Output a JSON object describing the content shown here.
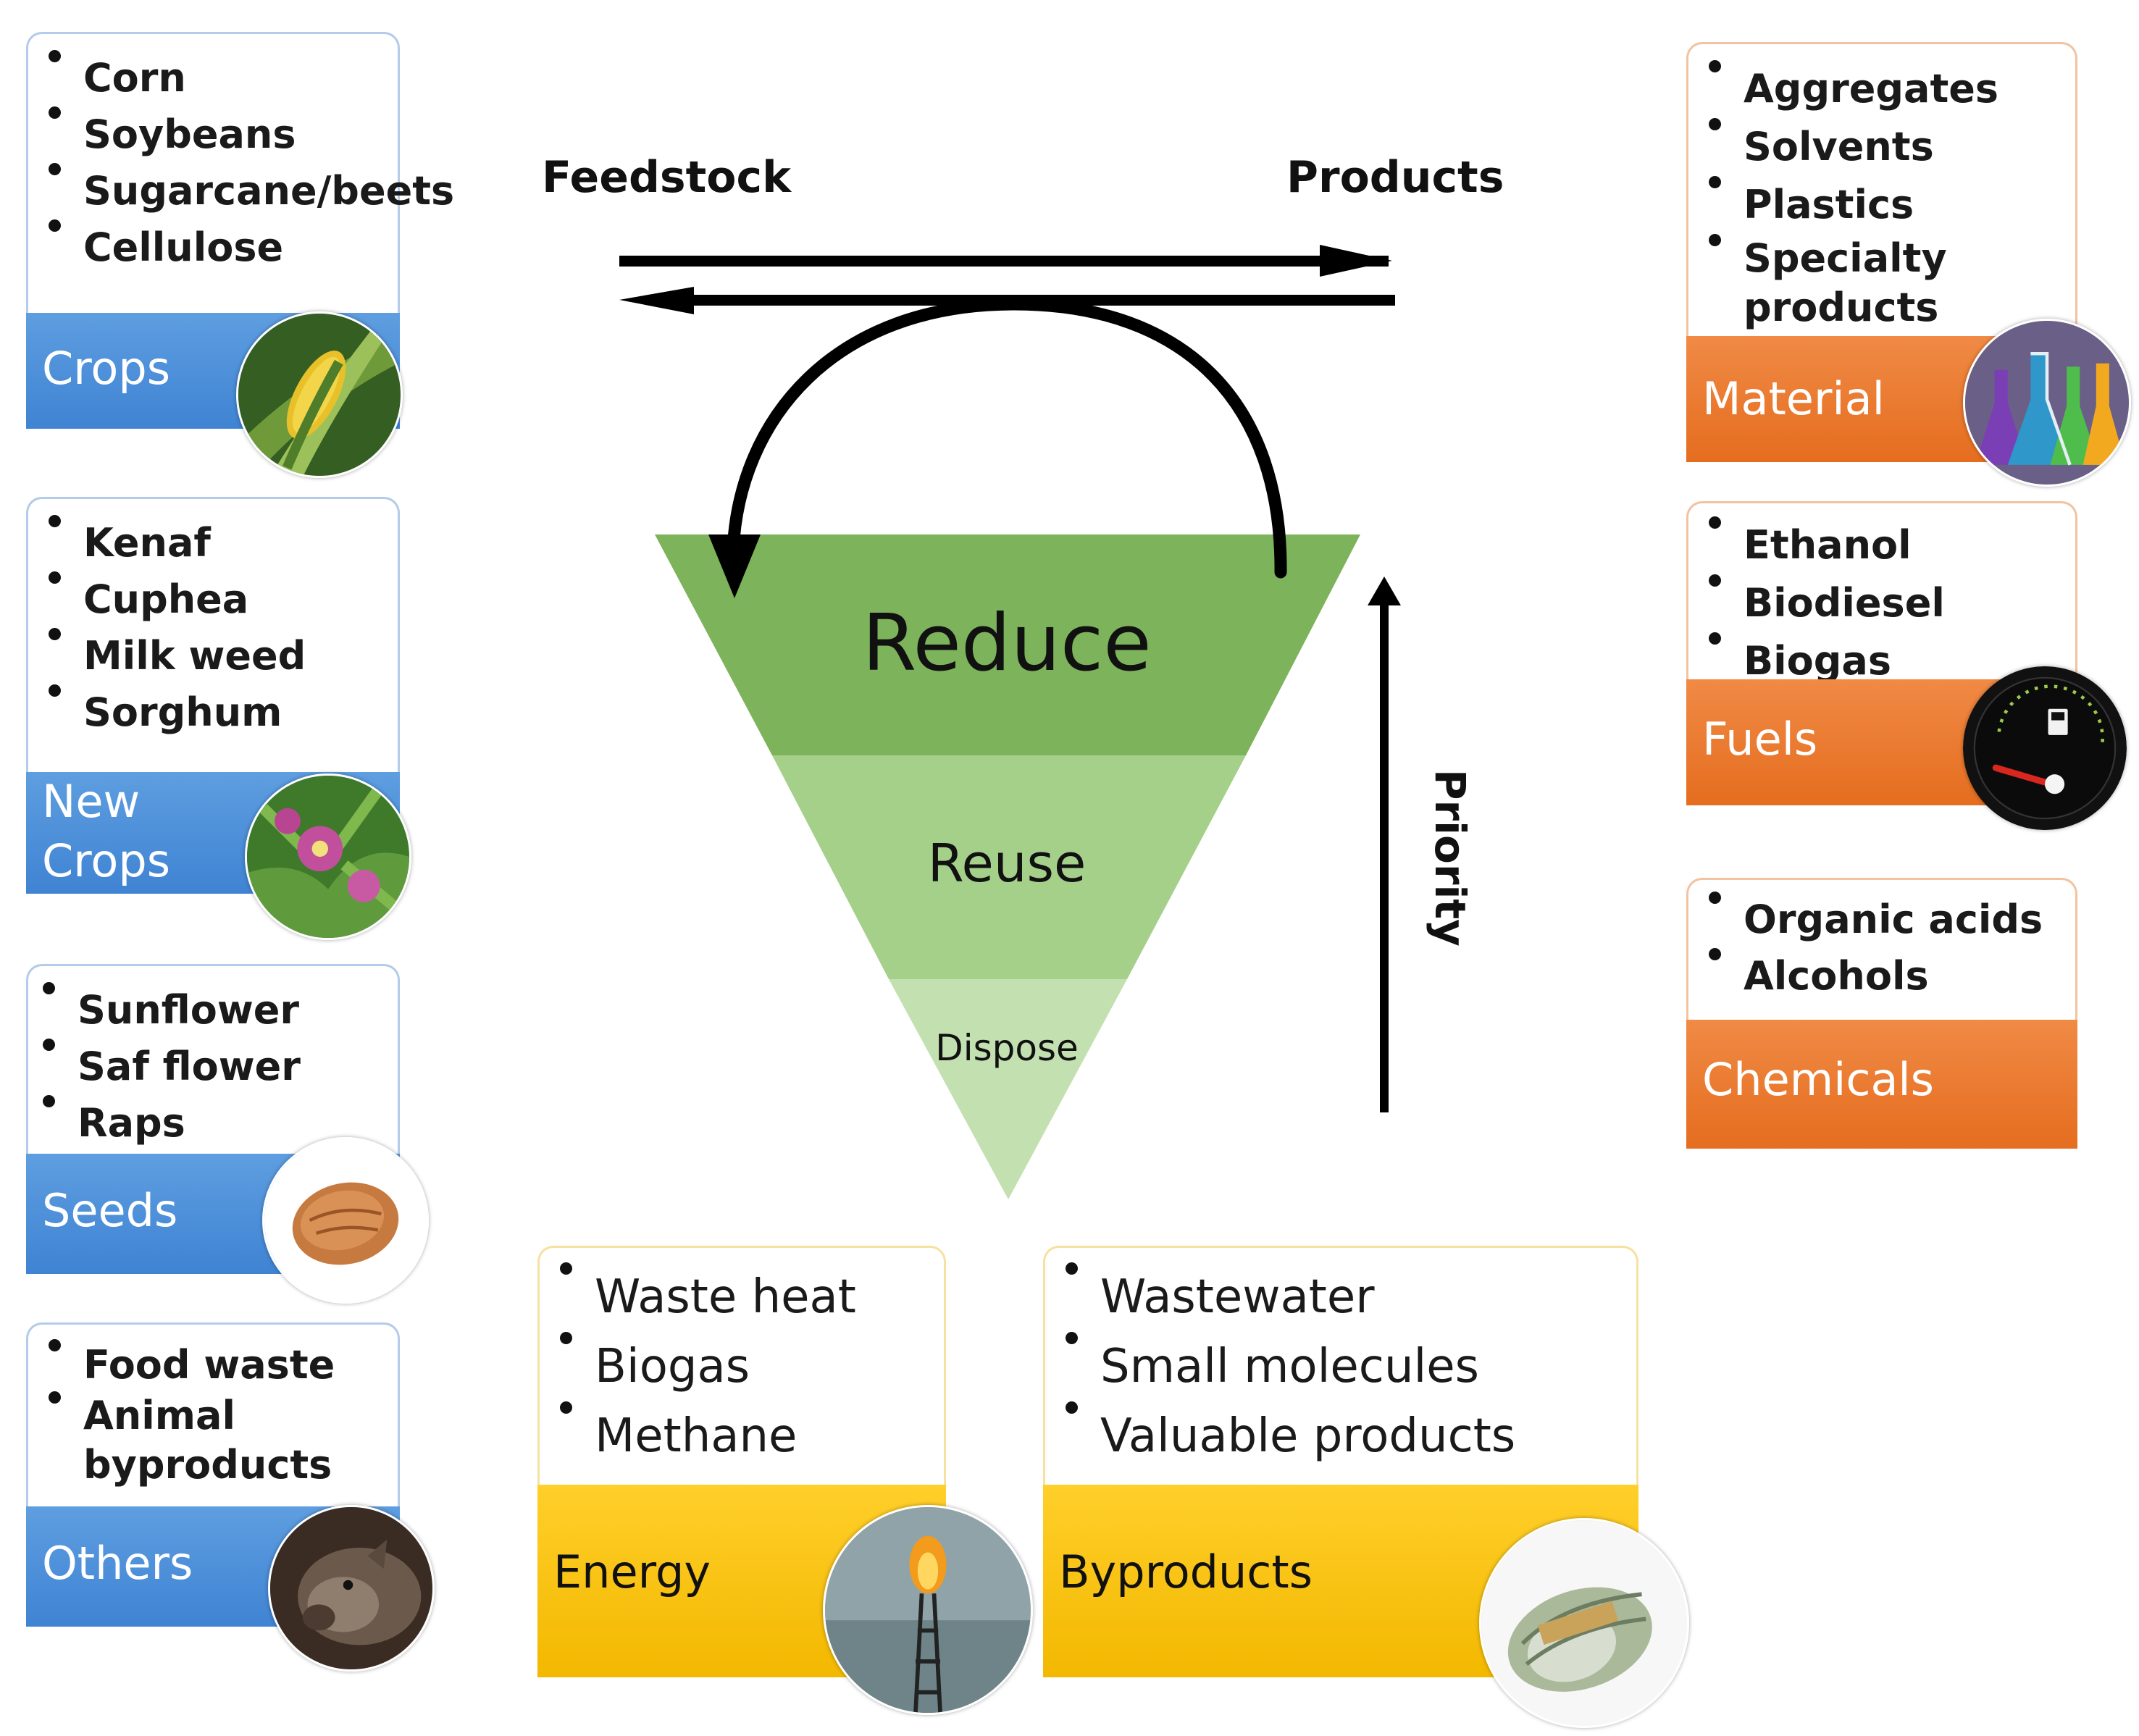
{
  "flow": {
    "feedstock_label": "Feedstock",
    "products_label": "Products",
    "priority_label": "Priority"
  },
  "hierarchy": {
    "reduce": "Reduce",
    "reuse": "Reuse",
    "dispose": "Dispose",
    "colors": {
      "reduce": "#7db35b",
      "reuse": "#a4d08a",
      "dispose": "#c3e0b0"
    }
  },
  "feedstock": [
    {
      "label": "Crops",
      "items": [
        "Corn",
        "Soybeans",
        "Sugarcane/beets",
        "Cellulose"
      ],
      "image": "corn-photo"
    },
    {
      "label": "New\nCrops",
      "items": [
        "Kenaf",
        "Cuphea",
        "Milk weed",
        "Sorghum"
      ],
      "image": "flower-photo"
    },
    {
      "label": "Seeds",
      "items": [
        "Sunflower",
        "Saf flower",
        "Raps"
      ],
      "image": "seed-photo"
    },
    {
      "label": "Others",
      "items": [
        "Food waste",
        "Animal byproducts"
      ],
      "image": "boar-photo"
    }
  ],
  "products": [
    {
      "label": "Material",
      "items": [
        "Aggregates",
        "Solvents",
        "Plastics",
        "Specialty products"
      ],
      "image": "flasks-photo"
    },
    {
      "label": "Fuels",
      "items": [
        "Ethanol",
        "Biodiesel",
        "Biogas"
      ],
      "image": "fuel-gauge-icon"
    },
    {
      "label": "Chemicals",
      "items": [
        "Organic acids",
        "Alcohols"
      ]
    }
  ],
  "outputs": [
    {
      "label": "Energy",
      "items": [
        "Waste heat",
        "Biogas",
        "Methane"
      ],
      "image": "gas-flare-photo"
    },
    {
      "label": "Byproducts",
      "items": [
        "Wastewater",
        "Small molecules",
        "Valuable products"
      ],
      "image": "money-photo"
    }
  ],
  "colors": {
    "blue": "#4a8fd8",
    "orange": "#ea7a2e",
    "yellow": "#f9c512",
    "green": "#7db35b"
  }
}
